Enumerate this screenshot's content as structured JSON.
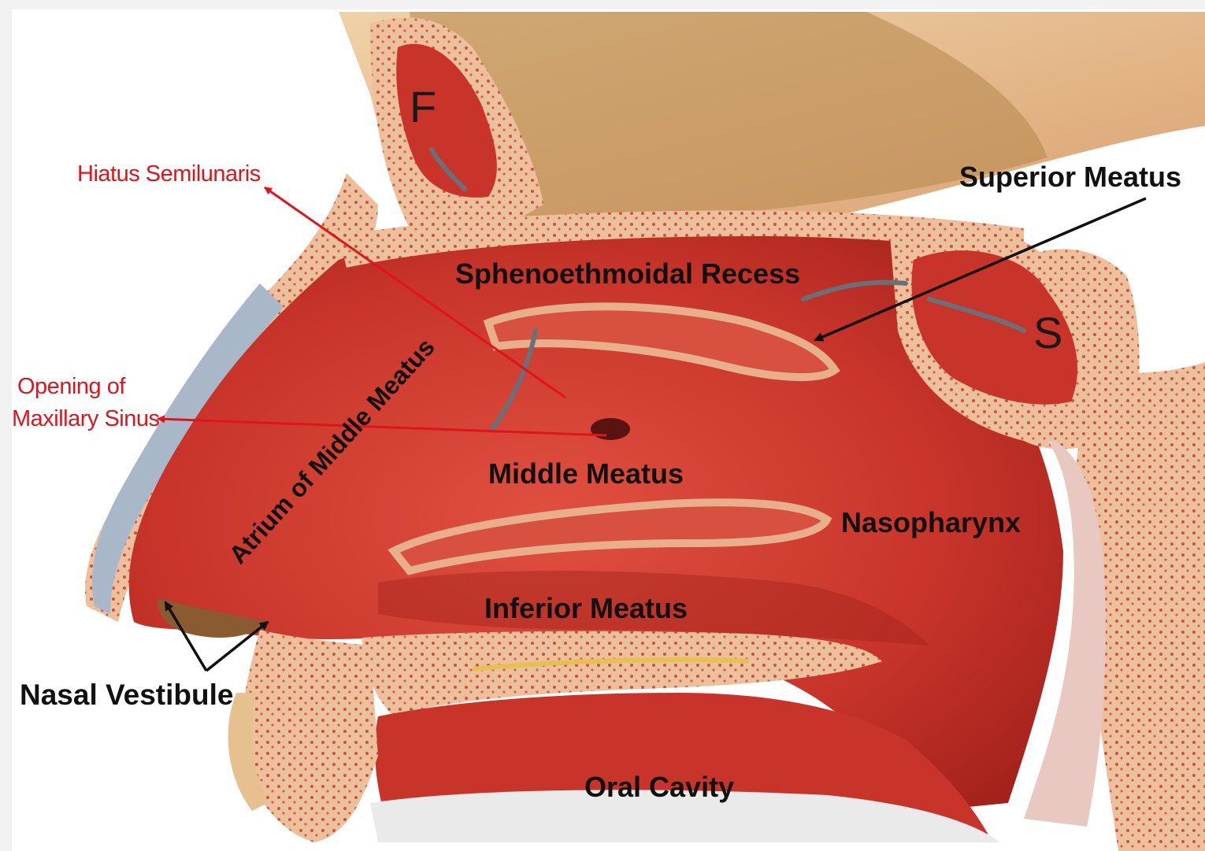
{
  "labels": {
    "frontal_sinus": "F",
    "sphenoid_sinus": "S",
    "hiatus_semilunaris": "Hiatus Semilunaris",
    "opening_maxillary_line1": "Opening of",
    "opening_maxillary_line2": "Maxillary Sinus",
    "superior_meatus": "Superior Meatus",
    "sphenoethmoidal_recess": "Sphenoethmoidal Recess",
    "atrium_middle_meatus": "Atrium of Middle Meatus",
    "middle_meatus": "Middle Meatus",
    "nasopharynx": "Nasopharynx",
    "inferior_meatus": "Inferior Meatus",
    "nasal_vestibule": "Nasal Vestibule",
    "oral_cavity": "Oral Cavity"
  },
  "colors": {
    "background": "#f2f2f2",
    "mucosa": "#c8342a",
    "mucosa_dark": "#9e1d17",
    "bone": "#e8b48e",
    "skin": "#e7c08f",
    "cartilage": "#a9b8c8",
    "red_label": "#e0141c",
    "black_label": "#111111"
  }
}
